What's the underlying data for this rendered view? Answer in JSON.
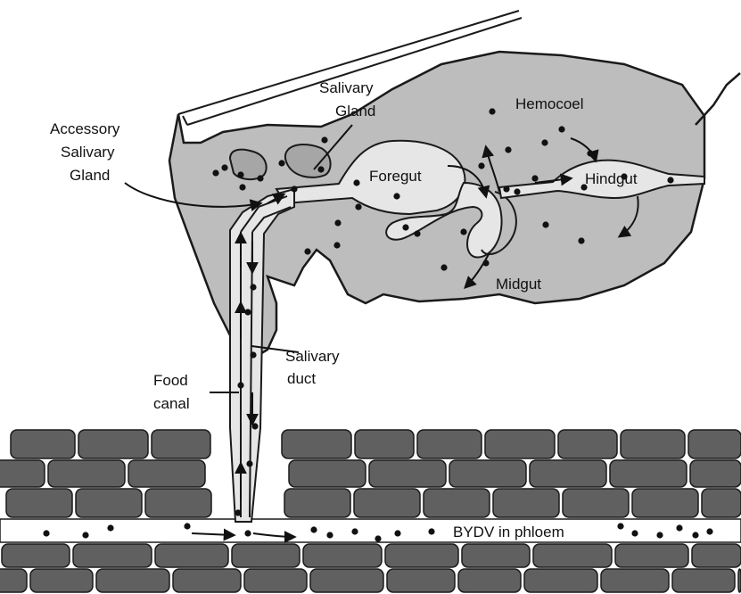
{
  "labels": {
    "salivary_gland": [
      "Salivary",
      "Gland"
    ],
    "hemocoel": "Hemocoel",
    "accessory_salivary_gland": [
      "Accessory",
      "Salivary",
      "Gland"
    ],
    "foregut": "Foregut",
    "hindgut": "Hindgut",
    "midgut": "Midgut",
    "salivary_duct": [
      "Salivary",
      "duct"
    ],
    "food_canal": [
      "Food",
      "canal"
    ],
    "phloem": "BYDV in phloem"
  },
  "colors": {
    "body": "#bdbdbd",
    "gut": "#e6e6e6",
    "outline": "#1a1a1a",
    "cell": "#606060",
    "phloem": "#ffffff",
    "particle": "#111111"
  }
}
